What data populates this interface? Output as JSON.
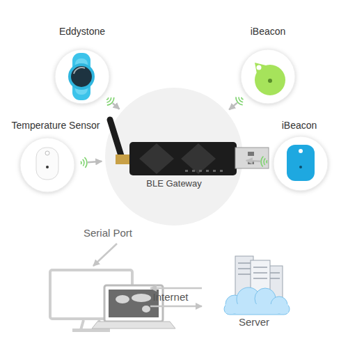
{
  "diagram": {
    "nodes": [
      {
        "text": [
          "Eddystone"
        ]
      },
      {
        "text": [
          "iBeacon"
        ]
      },
      {
        "text": [
          "Temperature Sensor"
        ]
      },
      {
        "text": [
          "BLE Gateway"
        ]
      },
      {
        "text": [
          "iBeacon"
        ]
      },
      {
        "text": [
          "Server"
        ]
      }
    ],
    "edges": [
      {
        "from": 0,
        "to": 3,
        "arrow": "to"
      },
      {
        "from": 1,
        "to": 3,
        "arrow": "to"
      },
      {
        "from": 2,
        "to": 3,
        "arrow": "to"
      },
      {
        "from": 4,
        "to": 3,
        "arrow": "to"
      }
    ],
    "labels": [
      "Serial Port",
      "Internet"
    ]
  }
}
